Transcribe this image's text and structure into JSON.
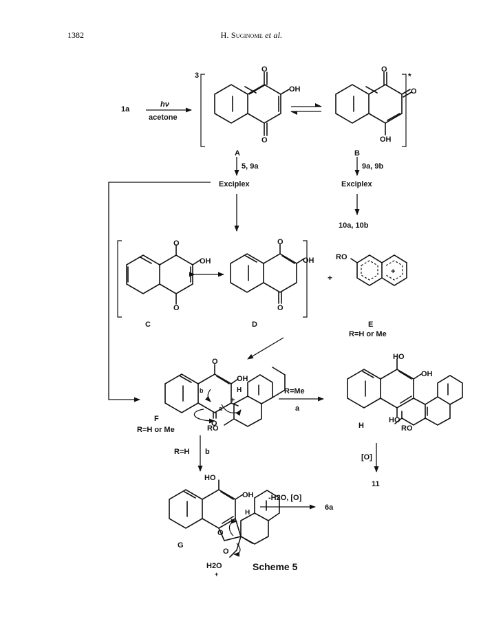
{
  "header": {
    "page_number": "1382",
    "author": "H. Suginome",
    "etal": "et al."
  },
  "scheme": {
    "caption": "Scheme 5",
    "start_compound": "1a",
    "reagent_top": "hν",
    "reagent_bottom": "acetone",
    "triplet_label": "3",
    "excited_mark": "*",
    "structures": {
      "A": "A",
      "B": "B",
      "C": "C",
      "D": "D",
      "E": "E",
      "F": "F",
      "G": "G",
      "H": "H"
    },
    "r_note": "R=H  or  Me",
    "substituents": {
      "oh": "OH",
      "ho": "HO",
      "ro": "RO",
      "o": "O",
      "h": "H",
      "h2o": "H2O",
      "path_a": "a",
      "path_b": "b",
      "plus": "+"
    },
    "arrows": {
      "a_reagents": "5,  9a",
      "b_reagents": "9a,  9b",
      "exciplex_left": "Exciplex",
      "exciplex_right": "Exciplex",
      "b_products": "10a,  10b",
      "f_to_h_top": "R=Me",
      "f_to_h_bottom": "a",
      "f_to_g_left": "R=H",
      "f_to_g_right": "b",
      "h_oxidant": "[O]",
      "h_product": "11",
      "g_reagents": "-H2O,  [O]",
      "g_product": "6a"
    }
  }
}
